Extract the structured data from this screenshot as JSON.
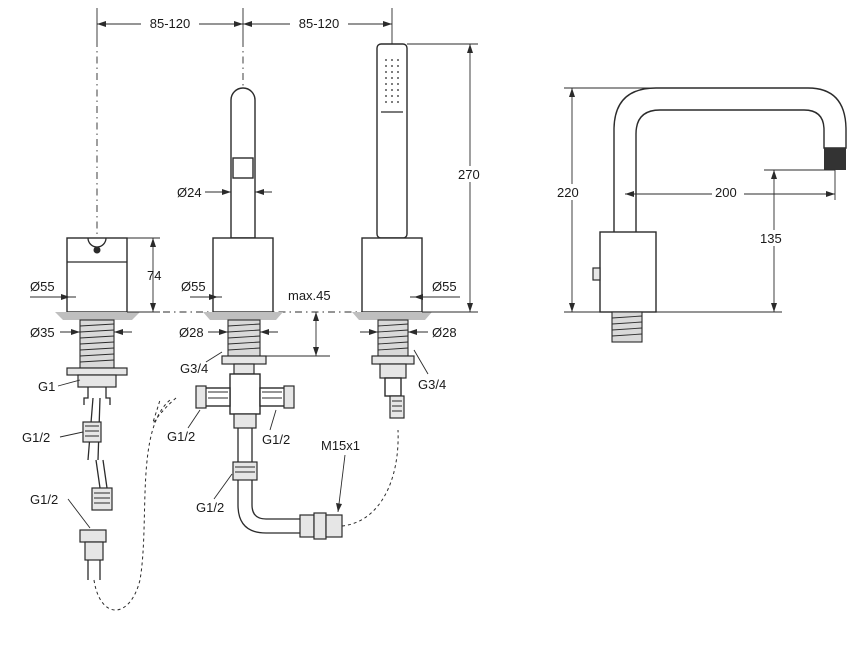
{
  "labels": {
    "spacing_1": "85-120",
    "spacing_2": "85-120",
    "d24": "Ø24",
    "d55_left": "Ø55",
    "d55_mid": "Ø55",
    "d55_right": "Ø55",
    "d35": "Ø35",
    "d28_mid": "Ø28",
    "d28_right": "Ø28",
    "h74": "74",
    "h270": "270",
    "max45": "max.45",
    "g1": "G1",
    "g12_a": "G1/2",
    "g12_b": "G1/2",
    "g34_left": "G3/4",
    "g12_c": "G1/2",
    "g12_d": "G1/2",
    "g12_e": "G1/2",
    "m15": "M15x1",
    "g34_right": "G3/4",
    "h220": "220",
    "w200": "200",
    "h135": "135"
  }
}
